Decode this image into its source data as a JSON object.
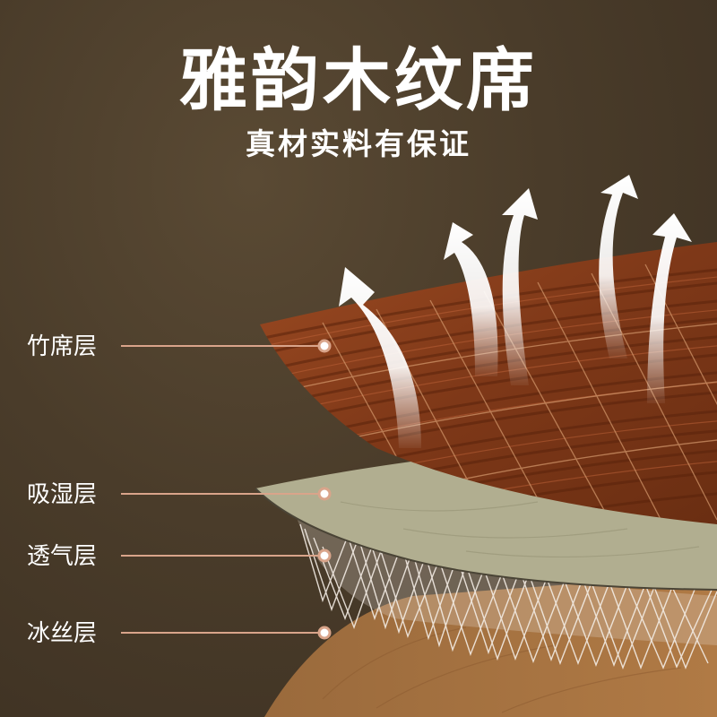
{
  "header": {
    "title": "雅韵木纹席",
    "subtitle": "真材实料有保证"
  },
  "layers": [
    {
      "label": "竹席层"
    },
    {
      "label": "吸湿层"
    },
    {
      "label": "透气层"
    },
    {
      "label": "冰丝层"
    }
  ],
  "colors": {
    "background": "#4a3c2a",
    "wood_top": "#8a3e1c",
    "absorb_layer": "#b2af91",
    "pointer_line": "#d9a48a",
    "text": "#ffffff"
  }
}
